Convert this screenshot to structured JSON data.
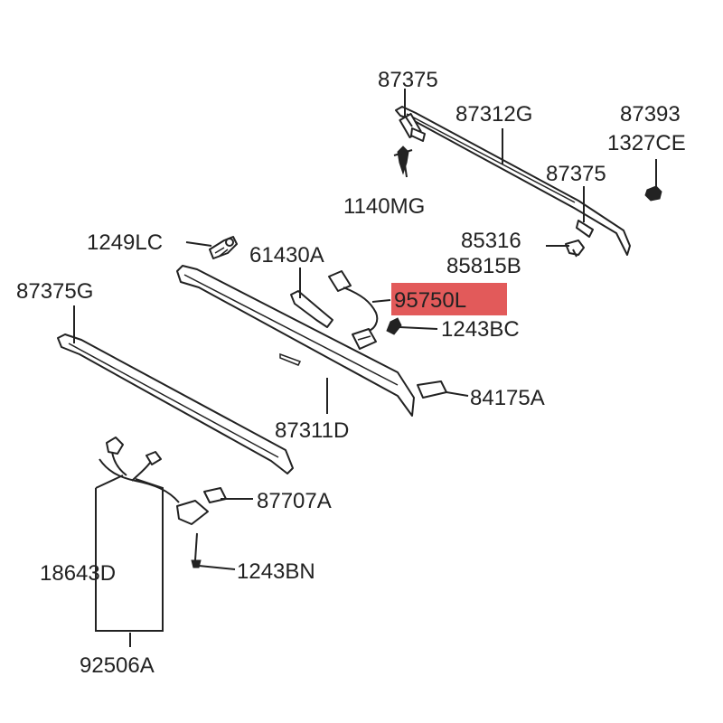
{
  "diagram": {
    "highlight_color": "#e25a5a",
    "line_color": "#222222",
    "labels": {
      "p87375_top": "87375",
      "p87312G": "87312G",
      "p87393": "87393",
      "p1327CE": "1327CE",
      "p87375_mid": "87375",
      "p1140MG": "1140MG",
      "p85316": "85316",
      "p85815B": "85815B",
      "p1249LC": "1249LC",
      "p61430A": "61430A",
      "p95750L": "95750L",
      "p1243BC": "1243BC",
      "p87375G": "87375G",
      "p84175A": "84175A",
      "p87311D": "87311D",
      "p87707A": "87707A",
      "p18643D": "18643D",
      "p1243BN": "1243BN",
      "p92506A": "92506A"
    }
  }
}
